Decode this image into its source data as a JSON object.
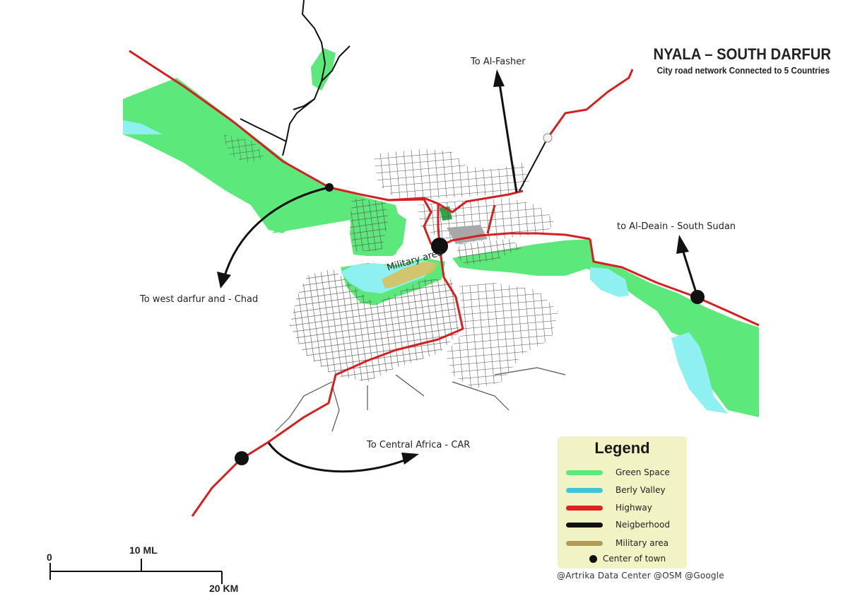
{
  "map": {
    "title": "NYALA – SOUTH DARFUR",
    "subtitle": "City road network Connected to 5 Countries",
    "directions": {
      "north": "To Al-Fasher",
      "east": "to Al-Deain - South Sudan",
      "west": "To west darfur and - Chad",
      "south": "To Central Africa - CAR"
    },
    "military_label": "Military area"
  },
  "legend": {
    "title": "Legend",
    "items": [
      {
        "label": "Green Space",
        "color": "#5ce87a",
        "symbol": "line"
      },
      {
        "label": "Berly Valley",
        "color": "#3cc6d8",
        "symbol": "line"
      },
      {
        "label": "Highway",
        "color": "#e02020",
        "symbol": "line"
      },
      {
        "label": "Neigberhood",
        "color": "#111111",
        "symbol": "line"
      },
      {
        "label": "Military area",
        "color": "#b09a5a",
        "symbol": "line"
      },
      {
        "label": "Center of town",
        "color": "#111111",
        "symbol": "dot"
      }
    ]
  },
  "scale": {
    "zero": "0",
    "miles": "10 ML",
    "km": "20 KM"
  },
  "credit": "@Artrika Data Center @OSM @Google",
  "colors": {
    "green_space": "#5ce87a",
    "valley": "#8ef0f0",
    "highway": "#d42020",
    "roads": "#555555",
    "military": "#d8c060",
    "legend_bg": "#f1f3c4"
  }
}
